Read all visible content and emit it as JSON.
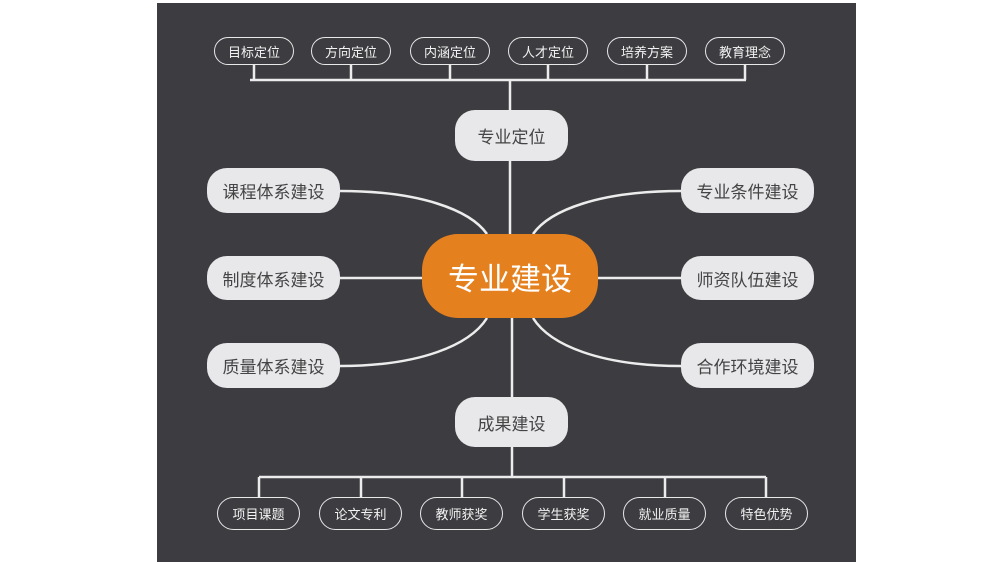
{
  "center": "专业建设",
  "top": {
    "title": "专业定位",
    "items": [
      "目标定位",
      "方向定位",
      "内涵定位",
      "人才定位",
      "培养方案",
      "教育理念"
    ]
  },
  "bottom": {
    "title": "成果建设",
    "items": [
      "项目课题",
      "论文专利",
      "教师获奖",
      "学生获奖",
      "就业质量",
      "特色优势"
    ]
  },
  "left": [
    "课程体系建设",
    "制度体系建设",
    "质量体系建设"
  ],
  "right": [
    "专业条件建设",
    "师资队伍建设",
    "合作环境建设"
  ],
  "colors": {
    "background": "#3c3c41",
    "center": "#e5801f",
    "node": "#e8e8ea"
  }
}
